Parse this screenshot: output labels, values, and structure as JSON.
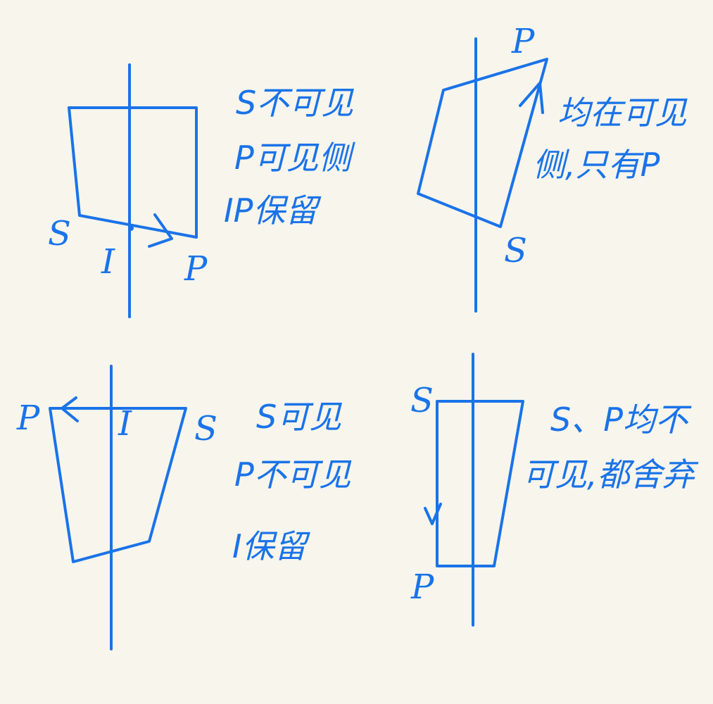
{
  "colors": {
    "ink": "#1a73e8",
    "paper": "#f7f5ec"
  },
  "cases": [
    {
      "id": "case-1",
      "labels": {
        "s": "S",
        "p": "P",
        "i": "I"
      },
      "notes": [
        "S不可见",
        "P可见侧",
        "IP保留"
      ]
    },
    {
      "id": "case-2",
      "labels": {
        "s": "S",
        "p": "P"
      },
      "notes": [
        "均在可见",
        "侧,只有P"
      ]
    },
    {
      "id": "case-3",
      "labels": {
        "s": "S",
        "p": "P",
        "i": "I"
      },
      "notes": [
        "S可见",
        "P不可见",
        "I保留"
      ]
    },
    {
      "id": "case-4",
      "labels": {
        "s": "S",
        "p": "P"
      },
      "notes": [
        "S、P均不",
        "可见,都舍弃"
      ]
    }
  ]
}
